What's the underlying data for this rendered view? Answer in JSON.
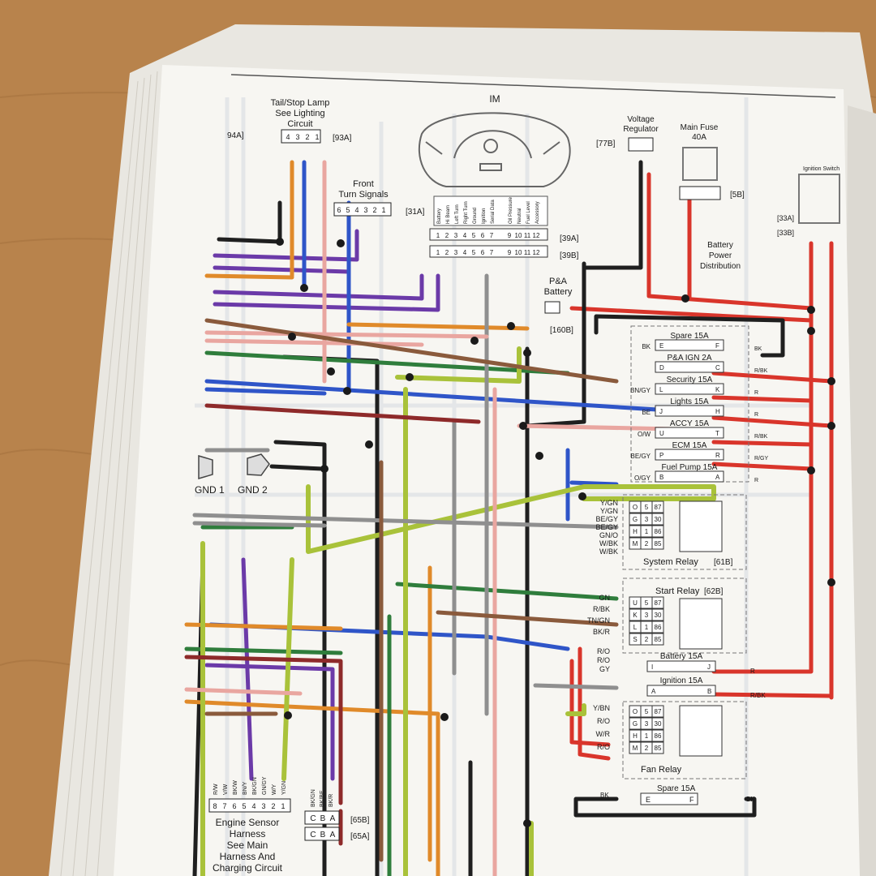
{
  "colors": {
    "desk": "#b8834c",
    "paper": "#f7f6f2",
    "wire_red": "#d9352b",
    "wire_black": "#1f1f1f",
    "wire_blue": "#2f55c8",
    "wire_purple": "#6b3aa8",
    "wire_orange": "#e08a2a",
    "wire_green": "#2f7d3c",
    "wire_yellow_green": "#a9c23a",
    "wire_gray": "#8f8f8f",
    "wire_pink": "#e9a6a0",
    "wire_brown": "#8a5a3c"
  },
  "labels": {
    "tail_stop": [
      "Tail/Stop Lamp",
      "See Lighting",
      "Circuit"
    ],
    "tail_conn_ref": "[93A]",
    "left_ref": "94A]",
    "front_turn": [
      "Front",
      "Turn Signals"
    ],
    "front_turn_ref": "[31A]",
    "im": "IM",
    "im_ref_a": "[39A]",
    "im_ref_b": "[39B]",
    "voltage_regulator": [
      "Voltage",
      "Regulator"
    ],
    "vr_ref": "[77B]",
    "main_fuse": [
      "Main Fuse",
      "40A"
    ],
    "main_fuse_ref": "[5B]",
    "battery_power": [
      "Battery",
      "Power",
      "Distribution"
    ],
    "pa_battery": [
      "P&A",
      "Battery"
    ],
    "pa_ref": "[160B]",
    "ignition_switch": "Ignition Switch",
    "ign_ref_a": "[33A]",
    "ign_ref_b": "[33B]",
    "gnd1": "GND 1",
    "gnd2": "GND 2",
    "system_relay": "System Relay",
    "system_relay_ref": "[61B]",
    "start_relay": "Start Relay",
    "start_relay_ref": "[62B]",
    "fan_relay": "Fan Relay",
    "engine_sensor": [
      "Engine Sensor",
      "Harness",
      "See Main",
      "Harness And",
      "Charging Circuit"
    ],
    "ref_65b": "[65B]",
    "ref_65a": "[65A]"
  },
  "fuses": [
    {
      "name": "Spare 15A",
      "left": "E",
      "right": "F",
      "wire": "BK",
      "out": "BK"
    },
    {
      "name": "P&A IGN 2A",
      "left": "D",
      "right": "C",
      "wire": "",
      "out": "R/BK"
    },
    {
      "name": "Security 15A",
      "left": "L",
      "right": "K",
      "wire": "BN/GY",
      "out": "R"
    },
    {
      "name": "Lights 15A",
      "left": "J",
      "right": "H",
      "wire": "BE",
      "out": "R"
    },
    {
      "name": "ACCY 15A",
      "left": "U",
      "right": "T",
      "wire": "O/W",
      "out": "R/BK"
    },
    {
      "name": "ECM 15A",
      "left": "P",
      "right": "R",
      "wire": "BE/GY",
      "out": "R/GY"
    },
    {
      "name": "Fuel Pump 15A",
      "left": "B",
      "right": "A",
      "wire": "O/GY",
      "out": "R"
    }
  ],
  "system_relay_wires": [
    "Y/GN",
    "Y/GN",
    "BE/GY",
    "BE/GY",
    "GN/O",
    "W/BK",
    "W/BK"
  ],
  "system_relay_pins": [
    [
      "O",
      "5",
      "87"
    ],
    [
      "G",
      "3",
      "30"
    ],
    [
      "H",
      "1",
      "86"
    ],
    [
      "M",
      "2",
      "85"
    ]
  ],
  "start_relay_wires": [
    "GN",
    "R/BK",
    "TN/GN",
    "BK/R"
  ],
  "start_relay_pins": [
    [
      "U",
      "5",
      "87"
    ],
    [
      "K",
      "3",
      "30"
    ],
    [
      "L",
      "1",
      "86"
    ],
    [
      "S",
      "2",
      "85"
    ]
  ],
  "lower_fuses": [
    {
      "name": "Battery 15A",
      "left": "I",
      "right": "J",
      "out": "R"
    },
    {
      "name": "Ignition 15A",
      "left": "A",
      "right": "B",
      "out": "R/BK"
    }
  ],
  "lower_fuse_wires": [
    "R/O",
    "R/O",
    "GY"
  ],
  "fan_relay_wires": [
    "Y/BN",
    "R/O",
    "W/R",
    "R/O"
  ],
  "fan_relay_pins": [
    [
      "O",
      "5",
      "87"
    ],
    [
      "G",
      "3",
      "30"
    ],
    [
      "H",
      "1",
      "86"
    ],
    [
      "M",
      "2",
      "85"
    ]
  ],
  "spare_bottom": {
    "name": "Spare 15A",
    "left": "E",
    "right": "F",
    "wire": "BK",
    "out": "BK"
  },
  "im_pins": [
    "1",
    "2",
    "3",
    "4",
    "5",
    "6",
    "7",
    "",
    "9",
    "10",
    "11",
    "12"
  ],
  "im_functions": [
    "Battery",
    "Hi Beam",
    "Left Turn",
    "Right Turn",
    "Ground",
    "Ignition",
    "Serial Data",
    "",
    "Oil Pressure",
    "Neutral",
    "Fuel Level",
    "Accessory"
  ],
  "engine_pins": [
    "8",
    "7",
    "6",
    "5",
    "4",
    "3",
    "2",
    "1"
  ],
  "engine_wires": [
    "R/W",
    "V/W",
    "BK/W",
    "BN/Y",
    "BK/GN",
    "GN/GY",
    "W/Y",
    "Y/GN"
  ],
  "bk_wires": [
    "BK/GN",
    "BK/BE",
    "BK/R"
  ],
  "cba": [
    "C",
    "B",
    "A"
  ],
  "tail_pins": [
    "4",
    "3",
    "2",
    "1"
  ],
  "turn_pins": [
    "6",
    "5",
    "4",
    "3",
    "2",
    "1"
  ]
}
